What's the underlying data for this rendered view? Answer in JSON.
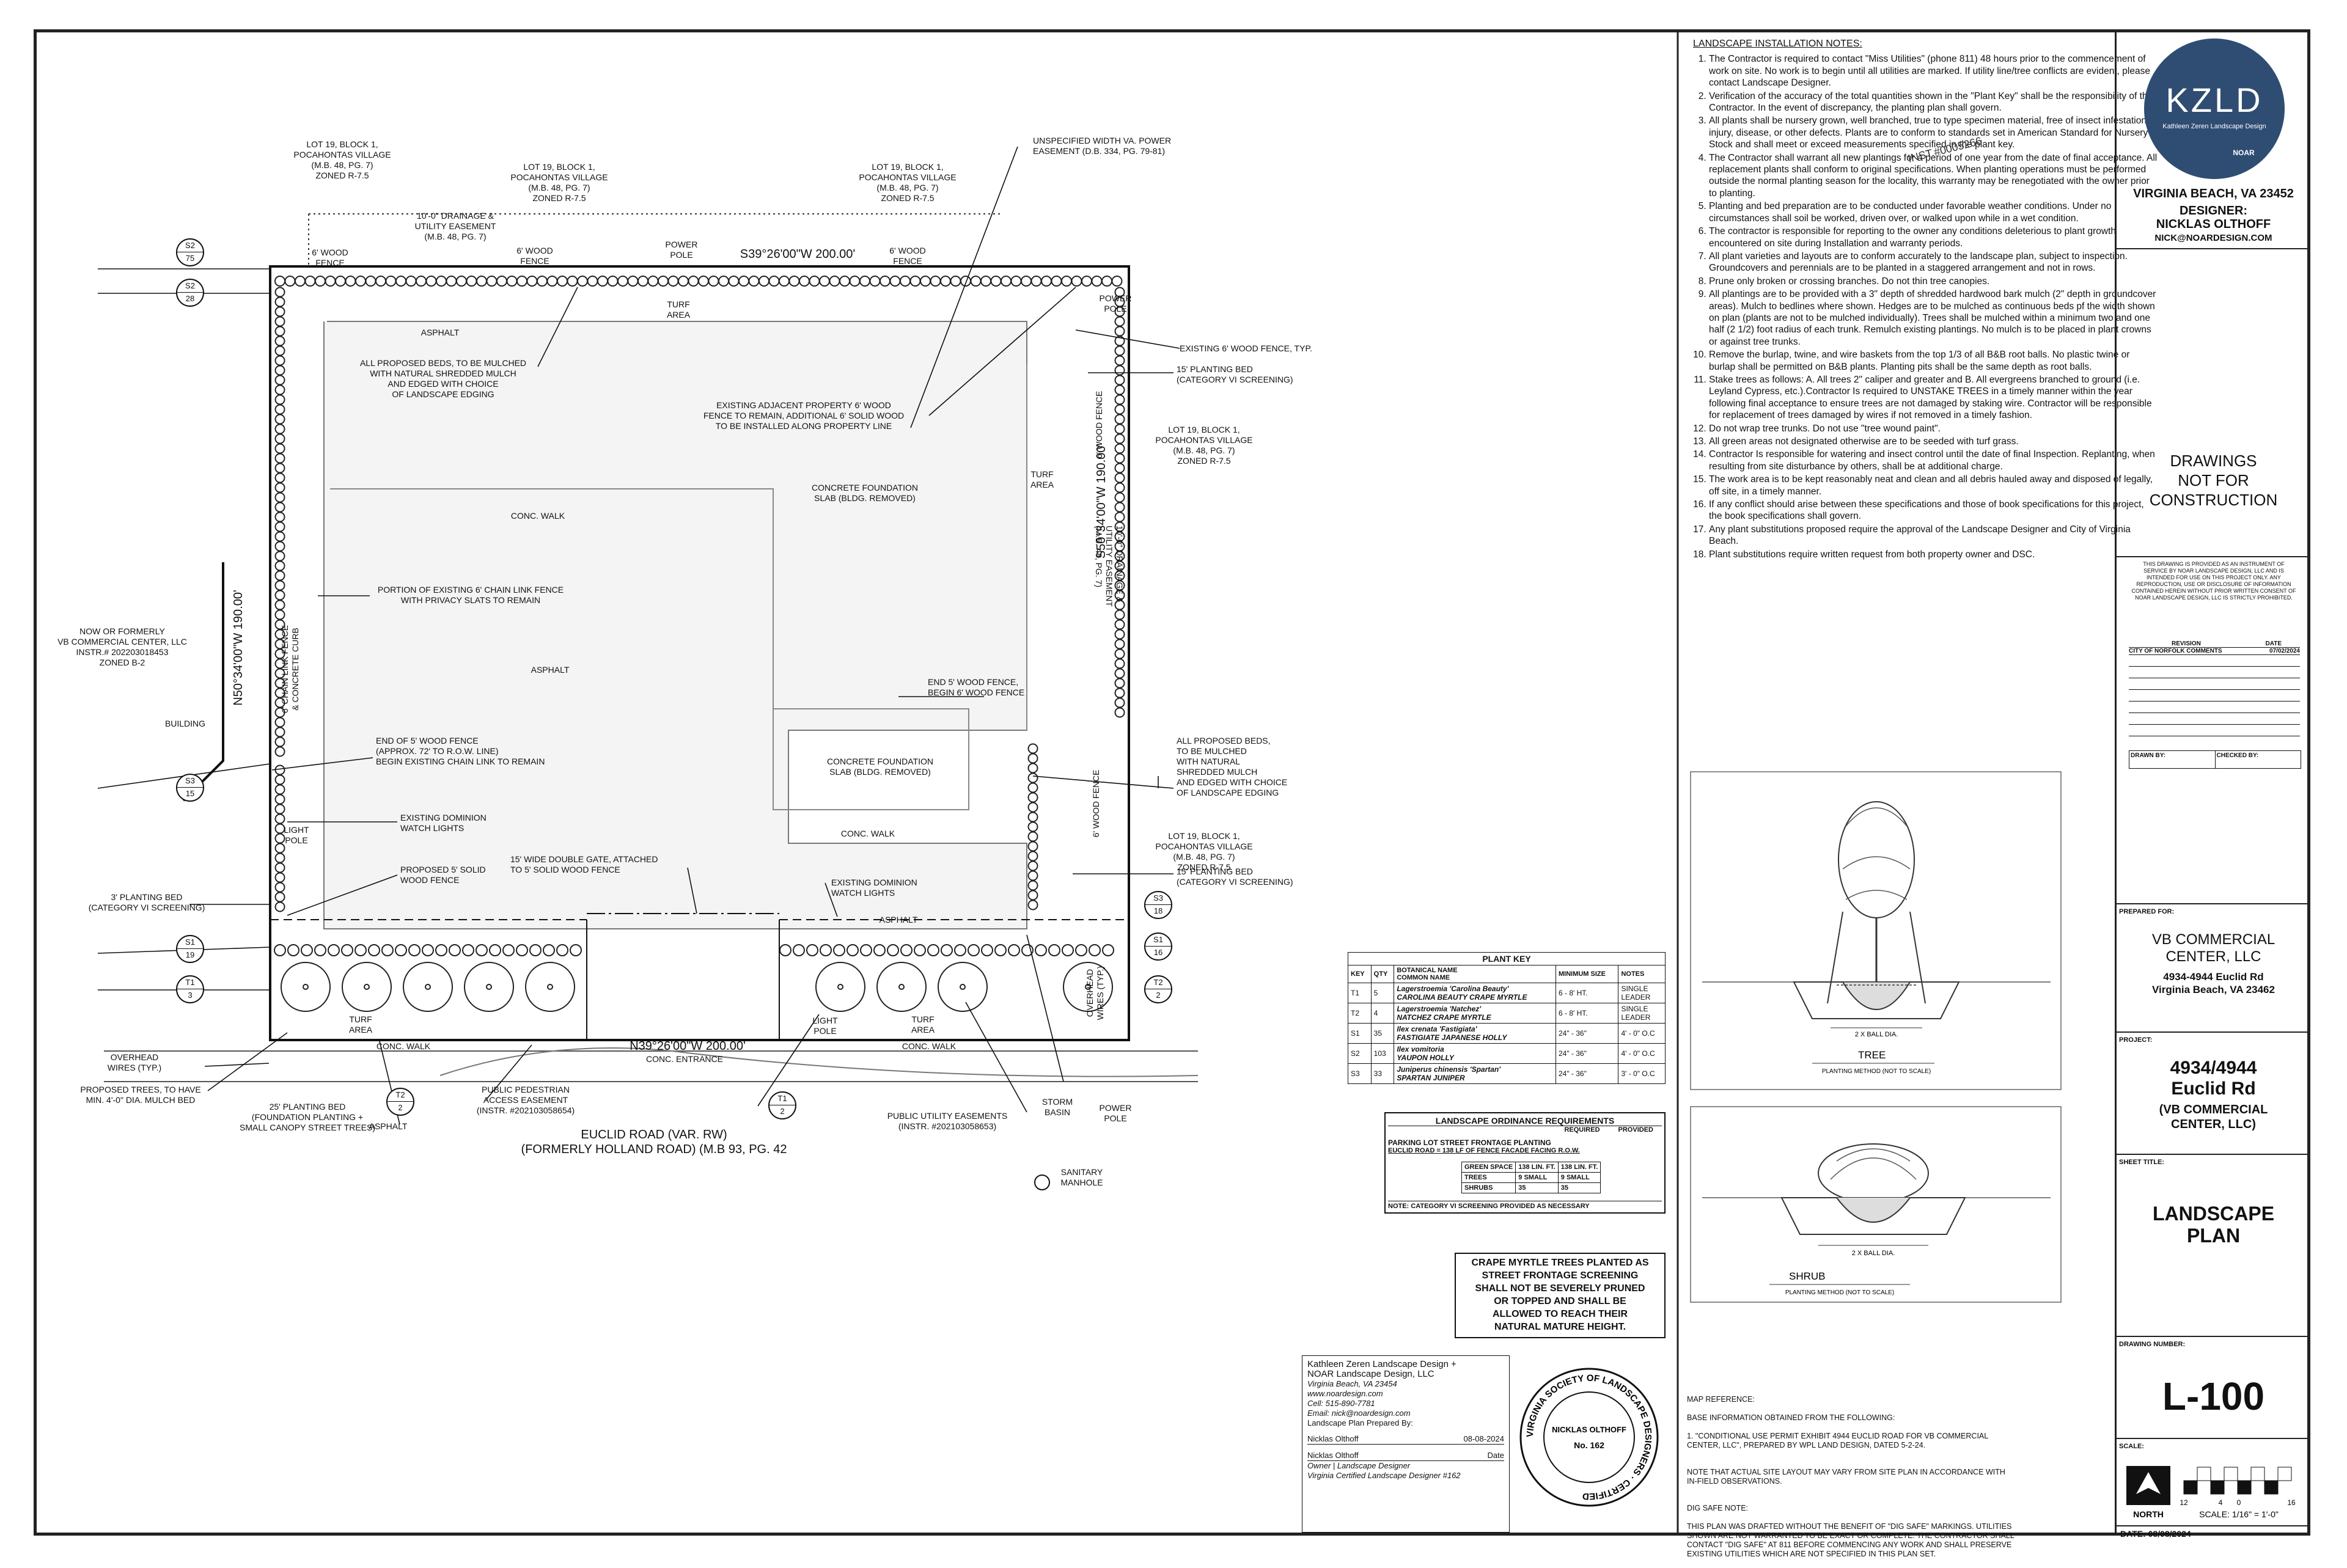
{
  "site": {
    "lot_labels": [
      {
        "id": "lot-nw",
        "text": "LOT 19, BLOCK 1,\nPOCAHONTAS VILLAGE\n(M.B. 48, PG. 7)\nZONED R-7.5"
      },
      {
        "id": "lot-n1",
        "text": "LOT 19, BLOCK 1,\nPOCAHONTAS VILLAGE\n(M.B. 48, PG. 7)\nZONED R-7.5"
      },
      {
        "id": "lot-n2",
        "text": "LOT 19, BLOCK 1,\nPOCAHONTAS VILLAGE\n(M.B. 48, PG. 7)\nZONED R-7.5"
      },
      {
        "id": "lot-e1",
        "text": "LOT 19, BLOCK 1,\nPOCAHONTAS VILLAGE\n(M.B. 48, PG. 7)\nZONED R-7.5"
      },
      {
        "id": "lot-e2",
        "text": "LOT 19, BLOCK 1,\nPOCAHONTAS VILLAGE\n(M.B. 48, PG. 7)\nZONED R-7.5"
      }
    ],
    "easement_nw": "10'-0\" DRAINAGE &\nUTILITY EASEMENT\n(M.B. 48, PG. 7)",
    "easement_power": "UNSPECIFIED WIDTH VA. POWER\nEASEMENT (D.B. 334, PG. 79-81)",
    "easement_e": "10'-0\" DRAINAGE &\nUTILITY EASEMENT\n(M.B. 48, PG. 7)",
    "wood_fence": "6' WOOD FENCE",
    "power_pole": "POWER\nPOLE",
    "bearing_north": "S39°26'00\"W 200.00'",
    "bearing_south": "N39°26'00\"W 200.00'",
    "bearing_west": "N50°34'00\"W 190.00'",
    "bearing_east": "S50°34'00\"W 190.00'",
    "turf_area": "TURF\nAREA",
    "asphalt": "ASPHALT",
    "conc_walk": "CONC. WALK",
    "conc_entrance": "CONC. ENTRANCE",
    "existing_fence_typ": "EXISTING 6' WOOD FENCE, TYP.",
    "planting_bed_15": "15' PLANTING BED\n(CATEGORY VI SCREENING)",
    "planting_bed_3": "3' PLANTING BED\n(CATEGORY VI SCREENING)",
    "planting_bed_25": "25' PLANTING BED\n(FOUNDATION PLANTING +\nSMALL CANOPY STREET TREES)",
    "mulch_note": "ALL PROPOSED BEDS, TO BE MULCHED\nWITH NATURAL SHREDDED MULCH\nAND EDGED WITH CHOICE\nOF LANDSCAPE EDGING",
    "mulch_note_e": "ALL PROPOSED BEDS,\nTO BE MULCHED\nWITH NATURAL\nSHREDDED MULCH\nAND EDGED WITH CHOICE\nOF LANDSCAPE EDGING",
    "adjacent_fence": "EXISTING ADJACENT PROPERTY 6' WOOD\nFENCE TO REMAIN, ADDITIONAL 6' SOLID WOOD\nTO BE INSTALLED ALONG PROPERTY LINE",
    "slab1": "CONCRETE FOUNDATION\nSLAB (BLDG. REMOVED)",
    "slab2": "CONCRETE FOUNDATION\nSLAB (BLDG. REMOVED)",
    "chain_link_remain": "PORTION OF EXISTING 6' CHAIN LINK FENCE\nWITH PRIVACY SLATS TO REMAIN",
    "chain_link_curb": "6' CHAIN LINK FENCE\n& CONCRETE CURB",
    "end_wood_fence": "END OF 5' WOOD FENCE\n(APPROX. 72' TO R.O.W. LINE)\nBEGIN EXISTING CHAIN LINK TO REMAIN",
    "end_5_fence": "END 5' WOOD FENCE,\nBEGIN 6' WOOD FENCE",
    "dominion_lights": "EXISTING DOMINION\nWATCH LIGHTS",
    "light_pole": "LIGHT\nPOLE",
    "proposed_fence": "PROPOSED 5' SOLID\nWOOD FENCE",
    "double_gate": "15' WIDE DOUBLE GATE, ATTACHED\nTO 5' SOLID WOOD FENCE",
    "overhead_wires": "OVERHEAD\nWIRES (TYP.)",
    "proposed_trees": "PROPOSED TREES, TO HAVE\nMIN. 4'-0\" DIA. MULCH BED",
    "ped_easement": "PUBLIC PEDESTRIAN\nACCESS EASEMENT\n(INSTR. #202103058654)",
    "utility_easement": "PUBLIC UTILITY EASEMENTS\n(INSTR. #202103058653)",
    "storm_basin": "STORM\nBASIN",
    "sanitary": "SANITARY\nMANHOLE",
    "road": "EUCLID ROAD (VAR. RW)\n(FORMERLY HOLLAND ROAD) (M.B 93, PG. 42",
    "now_formerly": "NOW OR FORMERLY\nVB COMMERCIAL CENTER, LLC\nINSTR.# 202203018453\nZONED B-2",
    "building": "BUILDING",
    "tags": [
      {
        "id": "s2-75",
        "top": "S2",
        "bot": "75"
      },
      {
        "id": "s2-28",
        "top": "S2",
        "bot": "28"
      },
      {
        "id": "s3-15",
        "top": "S3",
        "bot": "15"
      },
      {
        "id": "s1-19",
        "top": "S1",
        "bot": "19"
      },
      {
        "id": "t1-3",
        "top": "T1",
        "bot": "3"
      },
      {
        "id": "t2-2a",
        "top": "T2",
        "bot": "2"
      },
      {
        "id": "t1-2",
        "top": "T1",
        "bot": "2"
      },
      {
        "id": "s3-18",
        "top": "S3",
        "bot": "18"
      },
      {
        "id": "s1-16",
        "top": "S1",
        "bot": "16"
      },
      {
        "id": "t2-2b",
        "top": "T2",
        "bot": "2"
      }
    ]
  },
  "plant_key": {
    "title": "PLANT KEY",
    "headers": [
      "KEY",
      "QTY",
      "BOTANICAL NAME\nCOMMON NAME",
      "MINIMUM SIZE",
      "NOTES"
    ],
    "rows": [
      [
        "T1",
        "5",
        "Lagerstroemia 'Carolina Beauty'\nCAROLINA BEAUTY CRAPE MYRTLE",
        "6 - 8' HT.",
        "SINGLE\nLEADER"
      ],
      [
        "T2",
        "4",
        "Lagerstroemia 'Natchez'\nNATCHEZ CRAPE MYRTLE",
        "6 - 8' HT.",
        "SINGLE\nLEADER"
      ],
      [
        "S1",
        "35",
        "Ilex crenata 'Fastigiata'\nFASTIGIATE JAPANESE HOLLY",
        "24\" - 36\"",
        "4' - 0\" O.C"
      ],
      [
        "S2",
        "103",
        "Ilex vomitoria\nYAUPON HOLLY",
        "24\" - 36\"",
        "4' - 0\" O.C"
      ],
      [
        "S3",
        "33",
        "Juniperus chinensis 'Spartan'\nSPARTAN JUNIPER",
        "24\" - 36\"",
        "3' - 0\" O.C"
      ]
    ]
  },
  "ordinance": {
    "title": "LANDSCAPE ORDINANCE REQUIREMENTS",
    "col_required": "REQUIRED",
    "col_provided": "PROVIDED",
    "subtitle": "PARKING LOT STREET FRONTAGE PLANTING",
    "euclid": "EUCLID ROAD = 138 LF OF FENCE FACADE FACING R.O.W.",
    "rows": [
      [
        "GREEN SPACE",
        "138 LIN. FT.",
        "138 LIN. FT."
      ],
      [
        "TREES",
        "9 SMALL",
        "9 SMALL"
      ],
      [
        "SHRUBS",
        "35",
        "35"
      ]
    ],
    "note": "NOTE: CATEGORY VI SCREENING PROVIDED AS NECESSARY"
  },
  "crape_note": "CRAPE MYRTLE TREES PLANTED AS\nSTREET FRONTAGE SCREENING\nSHALL NOT BE SEVERELY PRUNED\nOR TOPPED AND SHALL BE\nALLOWED TO REACH THEIR\nNATURAL MATURE HEIGHT.",
  "designer_block": {
    "line1": "Kathleen Zeren Landscape Design +",
    "line2": "NOAR Landscape Design, LLC",
    "line3": "Virginia Beach, VA 23454",
    "line4": "www.noardesign.com",
    "line5": "Cell: 515-890-7781",
    "line6": "Email: nick@noardesign.com",
    "line7": "Landscape Plan Prepared By:",
    "name": "Nicklas Olthoff",
    "date": "08-08-2024",
    "name2": "Nicklas Olthoff",
    "date_label": "Date",
    "role": "Owner | Landscape Designer",
    "cert": "Virginia Certified Landscape Designer #162",
    "seal_name": "NICKLAS OLTHOFF",
    "seal_no": "No. 162",
    "seal_ring": "VIRGINIA SOCIETY OF LANDSCAPE DESIGNERS · CERTIFIED"
  },
  "notes": {
    "title": "LANDSCAPE INSTALLATION NOTES:",
    "items": [
      "The Contractor is required to contact \"Miss Utilities\" (phone 811) 48 hours prior to the commencement of work on site. No work is to begin until all utilities are marked. If utility line/tree conflicts are evident, please contact Landscape Designer.",
      "Verification of the accuracy of the total quantities shown in the \"Plant Key\" shall be the responsibility of the Contractor. In the event of discrepancy, the planting plan shall govern.",
      "All plants shall be nursery grown, well branched, true to type specimen material, free of insect infestation, injury, disease, or other defects. Plants are to conform to standards set in American Standard for Nursery Stock and shall meet or exceed measurements specified in the plant key.",
      "The Contractor shall warrant all new plantings for a period of one year from the date of final acceptance. All replacement plants shall conform to original specifications. When planting operations must be performed outside the normal planting season for the locality, this warranty may be renegotiated with the owner prior to planting.",
      "Planting and bed preparation are to be conducted under favorable weather conditions. Under no circumstances shall soil be worked, driven over, or walked upon while in a wet condition.",
      "The contractor is responsible for reporting to the owner any conditions deleterious to plant growth encountered on site during Installation and warranty periods.",
      "All plant varieties and layouts are to conform accurately to the landscape plan, subject to inspection. Groundcovers and perennials are to be planted in a staggered arrangement and not in rows.",
      "Prune only broken or crossing branches. Do not thin tree canopies.",
      "All plantings are to be provided with a 3\" depth of shredded hardwood bark mulch (2\" depth in groundcover areas). Mulch to bedlines where shown. Hedges are to be mulched as continuous beds pf the width shown on plan (plants are not to be mulched individually). Trees shall be mulched within a minimum two and one half (2 1/2) foot radius of each trunk. Remulch existing plantings. No mulch is to be placed in plant crowns or against tree trunks.",
      "Remove the burlap, twine, and wire baskets from the top 1/3 of all B&B root balls. No plastic twine or burlap shall be permitted on B&B plants. Planting pits shall be the same depth as root balls.",
      "Stake trees as follows: A. All trees 2\" caliper and greater and B. All evergreens branched to ground (i.e. Leyland Cypress, etc.).Contractor Is required to UNSTAKE TREES in a timely manner within the year following final acceptance to ensure trees are not damaged by staking wire. Contractor will be responsible for replacement of trees damaged by wires if not removed in a timely fashion.",
      "Do not wrap tree trunks. Do not use \"tree wound paint\".",
      "All green areas not designated otherwise are to be seeded with turf grass.",
      "Contractor Is responsible for watering and insect control until the date of final Inspection. Replanting, when resulting from site disturbance by others, shall be at additional charge.",
      "The work area is to be kept reasonably neat and clean and all debris hauled away and disposed of legally, off site, in a timely manner.",
      "If any conflict should arise between these specifications and those of book specifications for this project, the book specifications shall govern.",
      "Any plant substitutions proposed require the approval of the Landscape Designer and City of Virginia Beach.",
      "Plant substitutions require written request from both property owner and DSC."
    ],
    "stamp": "INST.#0005266"
  },
  "details": {
    "tree_title": "TREE",
    "tree_sub": "PLANTING METHOD (NOT TO SCALE)",
    "shrub_title": "SHRUB",
    "shrub_sub": "PLANTING METHOD (NOT TO SCALE)",
    "tree_ball": "2 X BALL DIA.",
    "shrub_ball": "2 X BALL DIA."
  },
  "map_ref": {
    "title": "MAP REFERENCE:",
    "line1": "BASE INFORMATION OBTAINED FROM THE FOLLOWING:",
    "item1": "1.    \"CONDITIONAL USE PERMIT EXHIBIT 4944 EUCLID ROAD FOR VB COMMERCIAL\n       CENTER, LLC\", PREPARED BY WPL LAND DESIGN, DATED  5-2-24.",
    "note": "NOTE THAT ACTUAL SITE LAYOUT MAY VARY FROM SITE PLAN IN ACCORDANCE WITH\nIN-FIELD OBSERVATIONS.",
    "dig_title": "DIG SAFE NOTE:",
    "dig_text": "THIS PLAN WAS DRAFTED WITHOUT THE BENEFIT OF \"DIG SAFE\" MARKINGS. UTILITIES\nSHOWN ARE NOT WARRANTED TO BE EXACT OR COMPLETE. THE CONTRACTOR SHALL\nCONTACT \"DIG SAFE\" AT 811 BEFORE COMMENCING ANY WORK AND SHALL PRESERVE\nEXISTING UTILITIES WHICH ARE NOT SPECIFIED IN THIS PLAN SET."
  },
  "title_block": {
    "logo": "KZLD",
    "logo_sub": "Kathleen Zeren Landscape Design",
    "logo_small": "NOAR",
    "city": "VIRGINIA BEACH, VA 23452",
    "designer_label": "DESIGNER:",
    "designer_name": "NICKLAS OLTHOFF",
    "email": "NICK@NOARDESIGN.COM",
    "not_construction": "DRAWINGS\nNOT FOR\nCONSTRUCTION",
    "legal": "THIS DRAWING IS PROVIDED AS AN INSTRUMENT OF SERVICE BY NOAR LANDSCAPE DESIGN, LLC AND IS INTENDED FOR USE ON THIS PROJECT ONLY. ANY REPRODUCTION, USE OR DISCLOSURE OF INFORMATION CONTAINED HEREIN WITHOUT PRIOR WRITTEN CONSENT OF NOAR LANDSCAPE DESIGN, LLC IS STRICTLY PROHIBITED.",
    "revision_label": "REVISION",
    "date_label": "DATE",
    "rev1": "CITY OF NORFOLK COMMENTS",
    "rev1_date": "07/02/2024",
    "drawn_by": "DRAWN BY:",
    "checked_by": "CHECKED BY:",
    "prepared_for_label": "PREPARED FOR:",
    "client": "VB COMMERCIAL\nCENTER, LLC",
    "client_addr": "4934-4944 Euclid Rd\nVirginia Beach, VA 23462",
    "project_label": "PROJECT:",
    "project": "4934/4944\nEuclid Rd",
    "project_sub": "(VB COMMERCIAL\nCENTER, LLC)",
    "sheet_title_label": "SHEET TITLE:",
    "sheet_title": "LANDSCAPE\nPLAN",
    "drawing_number_label": "DRAWING NUMBER:",
    "drawing_number": "L-100",
    "scale_label": "SCALE:",
    "north": "NORTH",
    "scale_text": "SCALE: 1/16\" = 1'-0\"",
    "scale_ticks": [
      "12",
      "4",
      "0",
      "16"
    ],
    "date": "DATE: 08/08/2024"
  }
}
